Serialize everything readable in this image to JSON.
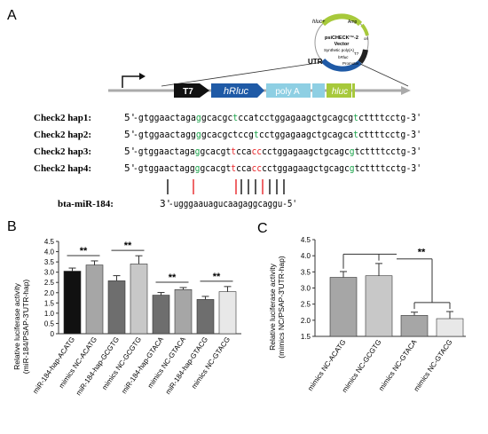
{
  "panels": {
    "a": "A",
    "b": "B",
    "c": "C"
  },
  "plasmid": {
    "name_line1": "psiCHECK™-2",
    "name_line2": "Vector",
    "hluc_label": "hluc+",
    "amp": "Amp",
    "ori": "ori",
    "synthetic_polya": "Synthetic poly(A)",
    "hrluc_small": "hRluc",
    "t7_small": "T7",
    "promoter": "Promoter",
    "utr": "UTR"
  },
  "construct": {
    "t7": "T7",
    "hrluc": "hRluc",
    "polya": "poly A",
    "hluc": "hluc"
  },
  "colors": {
    "green": "#1aa34a",
    "red": "#e8262a",
    "grey_dark": "#808080",
    "grey_light": "#c8c8c8",
    "black": "#111111",
    "blue": "#1f5aa6",
    "lime": "#a7c93b"
  },
  "haplotypes": [
    {
      "label": "Check2 hap1:",
      "prefix": "5'",
      "seq": "-gtggaactagaggcacgctccatcctggagaagctgcagcgtcttttcctg-3'",
      "marks": [
        {
          "i": 12,
          "c": "green"
        },
        {
          "i": 19,
          "c": "green"
        },
        {
          "i": 42,
          "c": "green"
        }
      ]
    },
    {
      "label": "Check2 hap2:",
      "prefix": "5'",
      "seq": "-gtggaactaggggcacgctccgtcctggagaagctgcagcatcttttcctg-3'",
      "marks": [
        {
          "i": 12,
          "c": "green"
        },
        {
          "i": 23,
          "c": "green"
        },
        {
          "i": 42,
          "c": "green"
        }
      ]
    },
    {
      "label": "Check2 hap3:",
      "prefix": "5'",
      "seq": "-gtggaactagaggcacgttccacccctggagaagctgcagcgtcttttcctg-3'",
      "marks": [
        {
          "i": 12,
          "c": "green"
        },
        {
          "i": 19,
          "c": "red"
        },
        {
          "i": 23,
          "c": "red"
        },
        {
          "i": 24,
          "c": "red"
        },
        {
          "i": 42,
          "c": "green"
        }
      ]
    },
    {
      "label": "Check2 hap4:",
      "prefix": "5'",
      "seq": "-gtggaactaggggcacgttccacccctggagaagctgcagcgtcttttcctg-3'",
      "marks": [
        {
          "i": 12,
          "c": "green"
        },
        {
          "i": 19,
          "c": "red"
        },
        {
          "i": 23,
          "c": "red"
        },
        {
          "i": 24,
          "c": "red"
        },
        {
          "i": 42,
          "c": "green"
        }
      ]
    }
  ],
  "mirna": {
    "label": "bta-miR-184:",
    "prefix": "3'",
    "seq": "-ugggaauagucaagaggcaggu-5'"
  },
  "chart_data": [
    {
      "type": "bar",
      "ylabel": "Relative luciferase activity\n(miR-184/PSAP-3'UTR-hap)",
      "ylim": [
        0,
        4.5
      ],
      "ytick_labels": [
        "0",
        "0.5",
        "1.0",
        "1.5",
        "2.0",
        "2.5",
        "3.0",
        "3.5",
        "4.0",
        "4.5"
      ],
      "categories": [
        "miR-184-hap-ACATG",
        "mimics NC-ACATG",
        "miR-184-hap-GCGTG",
        "mimics NC-GCGTG",
        "miR-184-hap-GTACA",
        "mimics NC-GTACA",
        "miR-184-hap-GTACG",
        "mimics NC-GTACG"
      ],
      "values": [
        3.05,
        3.35,
        2.58,
        3.4,
        1.88,
        2.15,
        1.67,
        2.05
      ],
      "errors": [
        0.15,
        0.2,
        0.25,
        0.4,
        0.13,
        0.1,
        0.15,
        0.25
      ],
      "bar_colors": [
        "#111111",
        "#a6a6a6",
        "#6e6e6e",
        "#c8c8c8",
        "#6e6e6e",
        "#a6a6a6",
        "#6e6e6e",
        "#e8e8e8"
      ],
      "significance": [
        {
          "pair": [
            0,
            1
          ],
          "label": "**"
        },
        {
          "pair": [
            2,
            3
          ],
          "label": "**"
        },
        {
          "pair": [
            4,
            5
          ],
          "label": "**"
        },
        {
          "pair": [
            6,
            7
          ],
          "label": "**"
        }
      ]
    },
    {
      "type": "bar",
      "ylabel": "Relative luciferase activity\n(mimics NC/PSAP-3'UTR-hap)",
      "ylim": [
        1.5,
        4.5
      ],
      "ytick_labels": [
        "1.5",
        "2.0",
        "2.5",
        "3.0",
        "3.5",
        "4.0",
        "4.5"
      ],
      "categories": [
        "mimics NC-ACATG",
        "mimics NC-GCGTG",
        "mimics NC-GTACA",
        "mimics NC-GTACG"
      ],
      "values": [
        3.33,
        3.38,
        2.15,
        2.05
      ],
      "errors": [
        0.18,
        0.38,
        0.1,
        0.22
      ],
      "bar_colors": [
        "#a6a6a6",
        "#c8c8c8",
        "#a6a6a6",
        "#e8e8e8"
      ],
      "significance": [
        {
          "groups": [
            [
              0,
              1
            ],
            [
              2,
              3
            ]
          ],
          "label": "**"
        }
      ]
    }
  ]
}
